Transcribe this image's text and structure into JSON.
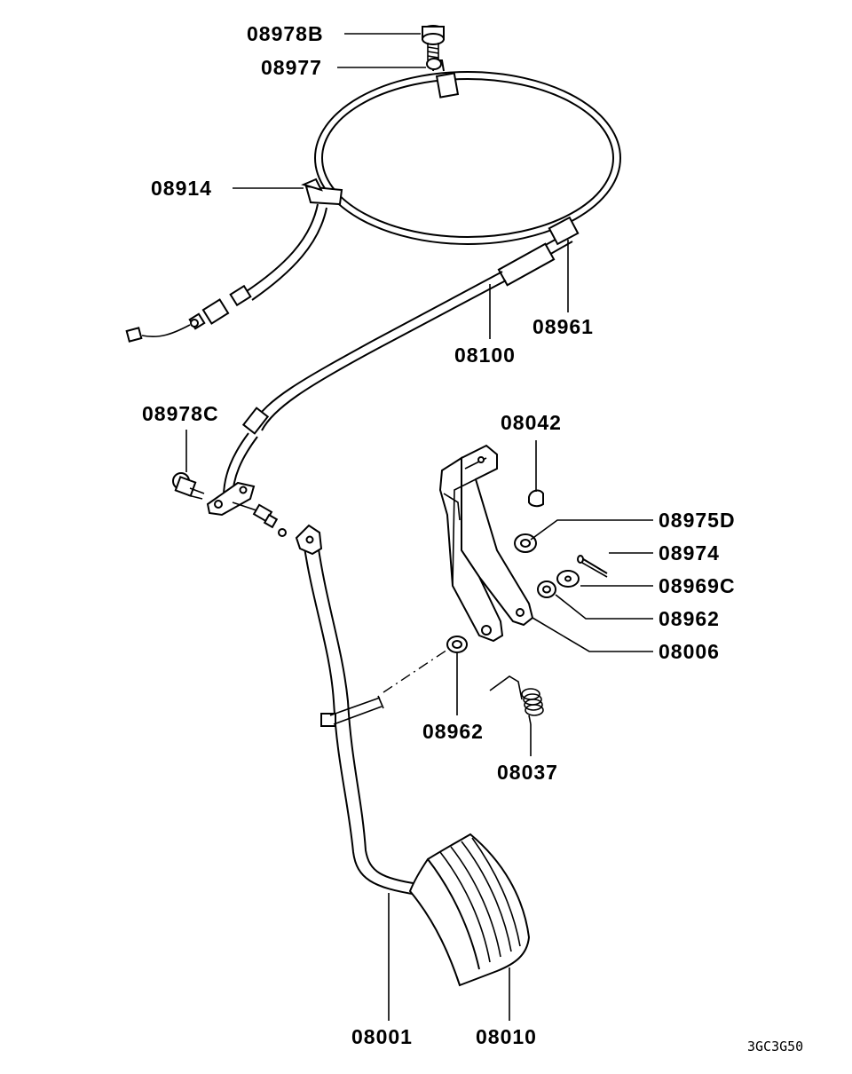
{
  "diagram": {
    "callouts": [
      {
        "id": "08978B",
        "text": "08978B"
      },
      {
        "id": "08977",
        "text": "08977"
      },
      {
        "id": "08914",
        "text": "08914"
      },
      {
        "id": "08961",
        "text": "08961"
      },
      {
        "id": "08100",
        "text": "08100"
      },
      {
        "id": "08978C",
        "text": "08978C"
      },
      {
        "id": "08042",
        "text": "08042"
      },
      {
        "id": "08975D",
        "text": "08975D"
      },
      {
        "id": "08974",
        "text": "08974"
      },
      {
        "id": "08969C",
        "text": "08969C"
      },
      {
        "id": "08962a",
        "text": "08962"
      },
      {
        "id": "08006",
        "text": "08006"
      },
      {
        "id": "08962b",
        "text": "08962"
      },
      {
        "id": "08037",
        "text": "08037"
      },
      {
        "id": "08001",
        "text": "08001"
      },
      {
        "id": "08010",
        "text": "08010"
      }
    ],
    "figure_code": "3GC3G50"
  }
}
